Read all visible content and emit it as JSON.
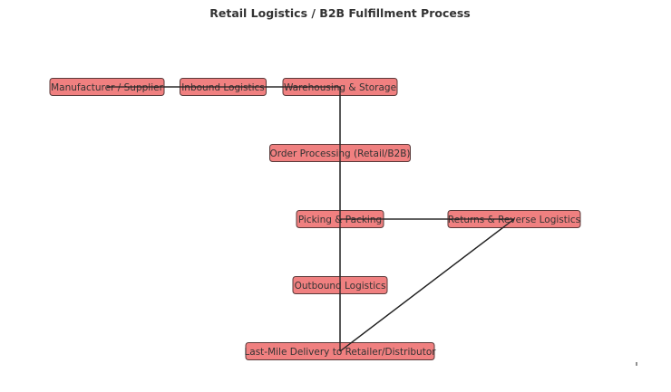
{
  "diagram": {
    "title": "Retail Logistics / B2B Fulfillment Process",
    "node_fill": "#f08080",
    "node_border": "#5a3a3a",
    "edge_color": "#222222",
    "nodes": [
      {
        "id": "manufacturer",
        "label": "Manufacturer / Supplier"
      },
      {
        "id": "inbound",
        "label": "Inbound Logistics"
      },
      {
        "id": "warehousing",
        "label": "Warehousing & Storage"
      },
      {
        "id": "order",
        "label": "Order Processing (Retail/B2B)"
      },
      {
        "id": "picking",
        "label": "Picking & Packing"
      },
      {
        "id": "returns",
        "label": "Returns & Reverse Logistics"
      },
      {
        "id": "outbound",
        "label": "Outbound Logistics"
      },
      {
        "id": "lastmile",
        "label": "Last-Mile Delivery to Retailer/Distributor"
      }
    ],
    "edges": [
      {
        "from": "manufacturer",
        "to": "inbound"
      },
      {
        "from": "inbound",
        "to": "warehousing"
      },
      {
        "from": "warehousing",
        "to": "order"
      },
      {
        "from": "order",
        "to": "picking"
      },
      {
        "from": "picking",
        "to": "outbound"
      },
      {
        "from": "outbound",
        "to": "lastmile"
      },
      {
        "from": "lastmile",
        "to": "returns"
      },
      {
        "from": "returns",
        "to": "picking"
      }
    ]
  }
}
